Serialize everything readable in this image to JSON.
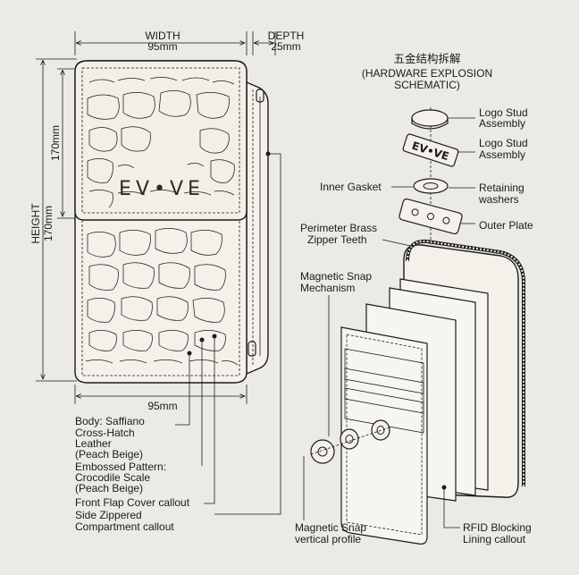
{
  "dimensions": {
    "width_label": "WIDTH",
    "width_value": "95mm",
    "depth_label": "DEPTH",
    "depth_value": "25mm",
    "height_label": "HEIGHT",
    "height_value": "170mm",
    "inner_height_value": "170mm",
    "bottom_width_value": "95mm"
  },
  "logo_text": "EV•VE",
  "hardware": {
    "title_cn": "五金结构拆解",
    "title_en_1": "(HARDWARE EXPLOSION",
    "title_en_2": "SCHEMATIC)",
    "logo_stud_1": "Logo Stud",
    "logo_stud_2": "Assembly",
    "logo_stud_b1": "Logo Stud",
    "logo_stud_b2": "Assembly",
    "inner_gasket": "Inner Gasket",
    "retaining_1": "Retaining",
    "retaining_2": "washers",
    "outer_plate": "Outer Plate"
  },
  "interior": {
    "zipper_1": "Perimeter Brass",
    "zipper_2": "Zipper Teeth",
    "snap_mech_1": "Magnetic Snap",
    "snap_mech_2": "Mechanism",
    "snap_profile_1": "Magnetic Snap",
    "snap_profile_2": "vertical profile",
    "rfid_1": "RFID Blocking",
    "rfid_2": "Lining callout"
  },
  "callouts": {
    "body_1": "Body: Saffiano",
    "body_2": "Cross-Hatch",
    "body_3": "Leather",
    "body_4": "(Peach Beige)",
    "emb_1": "Embossed Pattern:",
    "emb_2": "Crocodile Scale",
    "emb_3": "(Peach Beige)",
    "flap": "Front Flap Cover callout",
    "side_1": "Side Zippered",
    "side_2": "Compartment callout"
  }
}
